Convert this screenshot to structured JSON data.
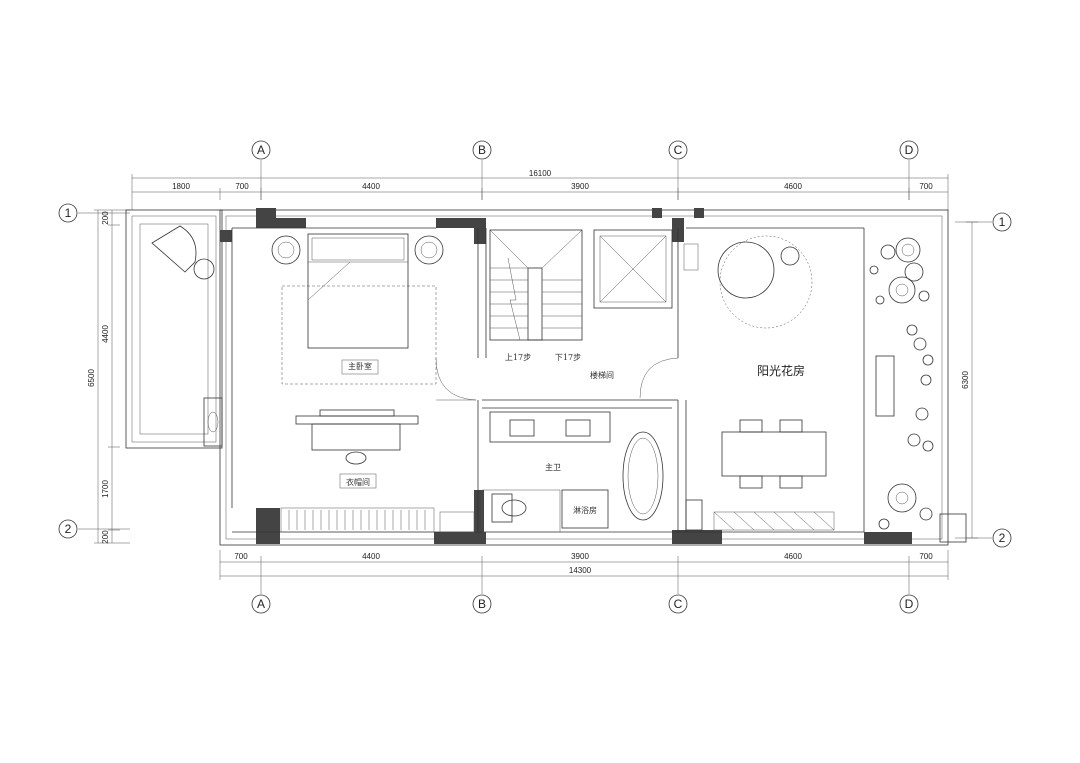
{
  "axes": {
    "columns": [
      "A",
      "B",
      "C",
      "D"
    ],
    "rows": [
      "1",
      "2"
    ]
  },
  "dimensions": {
    "top_total": "16100",
    "top_segments": [
      "1800",
      "700",
      "4400",
      "3900",
      "4600",
      "700"
    ],
    "bottom_segments": [
      "700",
      "4400",
      "3900",
      "4600",
      "700"
    ],
    "bottom_total": "14300",
    "left_total": "6500",
    "left_segments": [
      "200",
      "4400",
      "1700",
      "200"
    ],
    "right_total": "6300"
  },
  "rooms": {
    "master_bedroom": "主卧室",
    "cloakroom": "衣帽间",
    "stairwell": "楼梯间",
    "master_bath": "主卫",
    "shower": "淋浴房",
    "sunroom": "阳光花房"
  },
  "stairs": {
    "up": "上17步",
    "down": "下17步"
  }
}
